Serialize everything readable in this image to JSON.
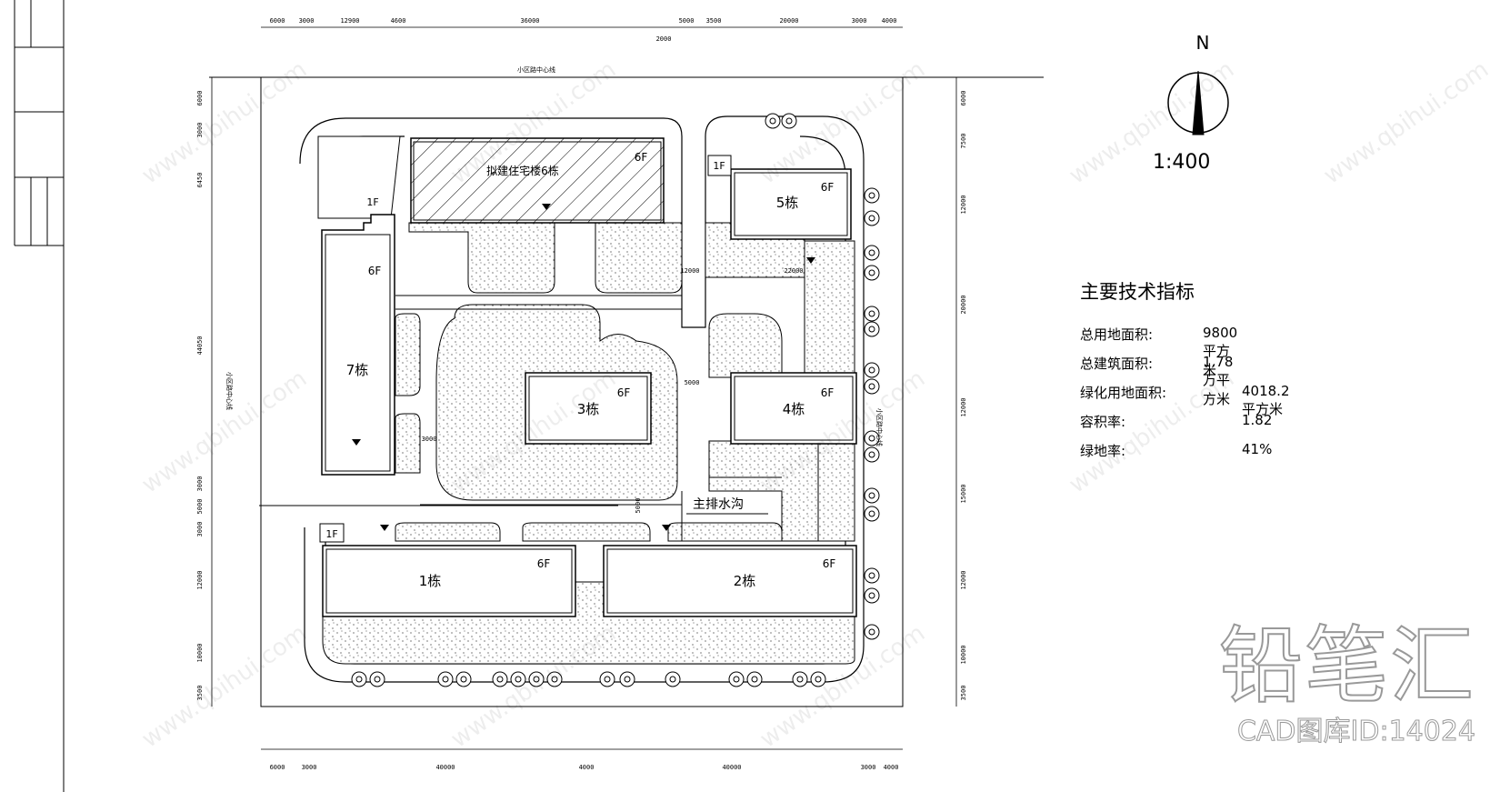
{
  "plan": {
    "road_north_label": "小区路中心线",
    "road_west_label": "小区路中心线",
    "road_east_label": "小区路中心线",
    "drain_label": "主排水沟",
    "buildings": [
      {
        "id": "b6",
        "name": "拟建住宅楼6栋",
        "floors": "6F"
      },
      {
        "id": "b5",
        "name": "5栋",
        "floors": "6F"
      },
      {
        "id": "b7",
        "name": "7栋",
        "floors": "6F"
      },
      {
        "id": "b3",
        "name": "3栋",
        "floors": "6F"
      },
      {
        "id": "b4",
        "name": "4栋",
        "floors": "6F"
      },
      {
        "id": "b1",
        "name": "1栋",
        "floors": "6F"
      },
      {
        "id": "b2",
        "name": "2栋",
        "floors": "6F"
      }
    ],
    "one_floor": "1F",
    "dims_top": [
      "6000",
      "3000",
      "12900",
      "4600",
      "36000",
      "5000",
      "3500",
      "20000",
      "3000",
      "4000"
    ],
    "dims_bottom": [
      "6000",
      "3000",
      "40000",
      "4000",
      "40000",
      "3000",
      "4000"
    ],
    "dims_left": [
      "6000",
      "3000",
      "6450",
      "44050",
      "3000",
      "5000",
      "3000",
      "12000",
      "10000",
      "3500"
    ],
    "dims_right": [
      "6000",
      "7500",
      "12000",
      "20000",
      "12000",
      "15000",
      "12000",
      "10000",
      "3500"
    ],
    "dims_inner": [
      "2000",
      "12000",
      "22000",
      "5000",
      "3000",
      "5000"
    ]
  },
  "north": {
    "letter": "N",
    "scale": "1:400"
  },
  "tech": {
    "title": "主要技术指标",
    "rows": [
      {
        "k": "总用地面积:",
        "v": "9800平方米"
      },
      {
        "k": "总建筑面积:",
        "v": "1.78万平方米"
      },
      {
        "k": "绿化用地面积:",
        "v": "4018.2平方米"
      },
      {
        "k": "容积率:",
        "v": "1.82"
      },
      {
        "k": "绿地率:",
        "v": "41%"
      }
    ]
  },
  "brand": {
    "name": "铅笔汇",
    "id": "CAD图库ID:14024"
  },
  "watermark": "www.qbihui.com"
}
